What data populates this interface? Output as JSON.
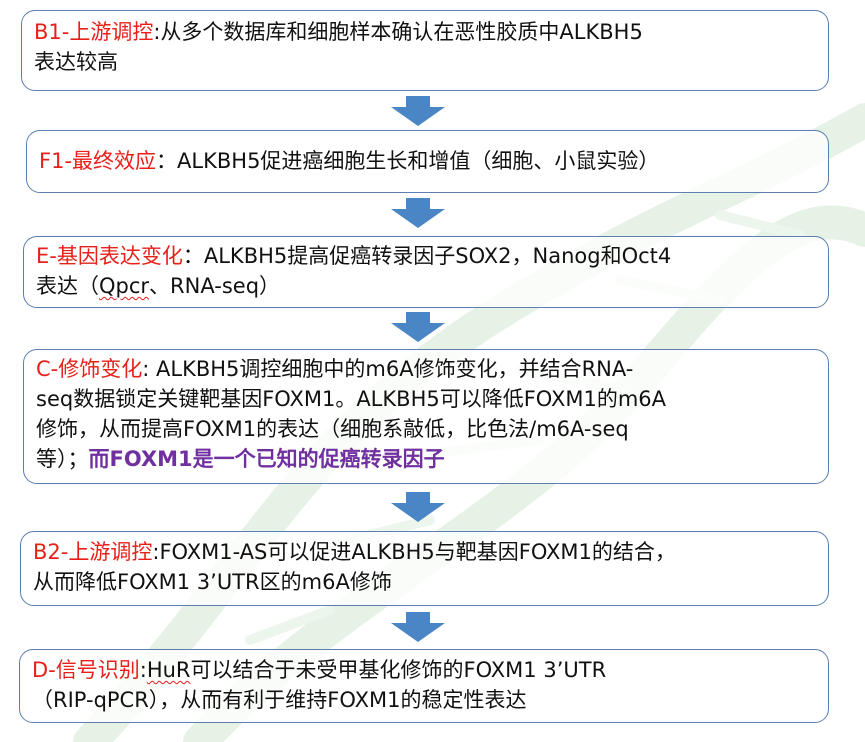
{
  "colors": {
    "label": "#e8201a",
    "body_text": "#111111",
    "emphasis": "#7030a0",
    "box_border": "#5b7fb0",
    "arrow_fill": "#4a86c5",
    "background_decoration": "#e6f2e6"
  },
  "boxes": [
    {
      "label": "B1-上游调控",
      "separator": ":",
      "line1": "从多个数据库和细胞样本确认在恶性胶质中ALKBH5",
      "line2": "表达较高"
    },
    {
      "label": "F1-最终效应",
      "separator": "：",
      "line1": "ALKBH5促进癌细胞生长和增值（细胞、小鼠实验）"
    },
    {
      "label": "E-基因表达变化",
      "separator": "：",
      "line1": "ALKBH5提高促癌转录因子SOX2，Nanog和Oct4",
      "line2_pre": "表达（",
      "line2_squiggle": "Qpcr",
      "line2_post": "、RNA-seq）"
    },
    {
      "label": "C-修饰变化",
      "separator": ":",
      "line1": " ALKBH5调控细胞中的m6A修饰变化，并结合RNA-",
      "line2": "seq数据锁定关键靶基因FOXM1。ALKBH5可以降低FOXM1的m6A",
      "line3": "修饰，从而提高FOXM1的表达（细胞系敲低，比色法/m6A-seq",
      "line4": "等）；",
      "emphasis": "而FOXM1是一个已知的促癌转录因子"
    },
    {
      "label": "B2-上游调控",
      "separator": ":",
      "line1": "FOXM1-AS可以促进ALKBH5与靶基因FOXM1的结合，",
      "line2": "从而降低FOXM1 3’UTR区的m6A修饰"
    },
    {
      "label": "D-信号识别",
      "separator": ":",
      "line1_squiggle": "HuR",
      "line1_post": "可以结合于未受甲基化修饰的FOXM1 3’UTR",
      "line2": "（RIP-qPCR），从而有利于维持FOXM1的稳定性表达"
    }
  ]
}
